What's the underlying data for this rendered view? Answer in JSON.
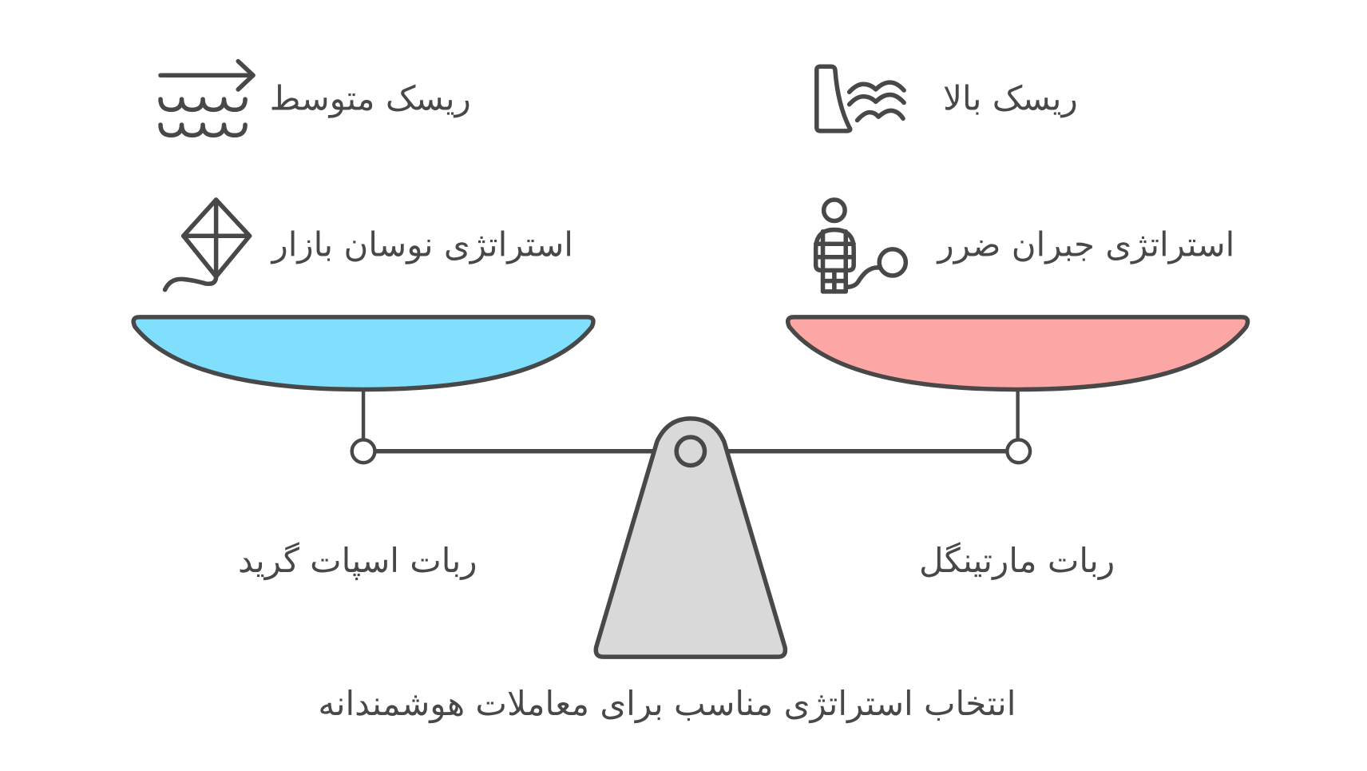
{
  "diagram": {
    "title": "انتخاب استراتژی مناسب برای معاملات هوشمندانه",
    "colors": {
      "stroke": "#484848",
      "left_pan_fill": "#7FDFFD",
      "right_pan_fill": "#FDA6A6",
      "fulcrum_fill": "#D9D9D9",
      "background": "#FFFFFF"
    },
    "left": {
      "robot_label": "ربات اسپات گرید",
      "risk_label": "ریسک متوسط",
      "risk_icon": "waves-arrow-icon",
      "strategy_label": "استراتژی نوسان بازار",
      "strategy_icon": "kite-icon"
    },
    "right": {
      "robot_label": "ربات مارتینگل",
      "risk_label": "ریسک بالا",
      "risk_icon": "dam-waves-icon",
      "strategy_label": "استراتژی جبران ضرر",
      "strategy_icon": "prisoner-ball-chain-icon"
    }
  }
}
